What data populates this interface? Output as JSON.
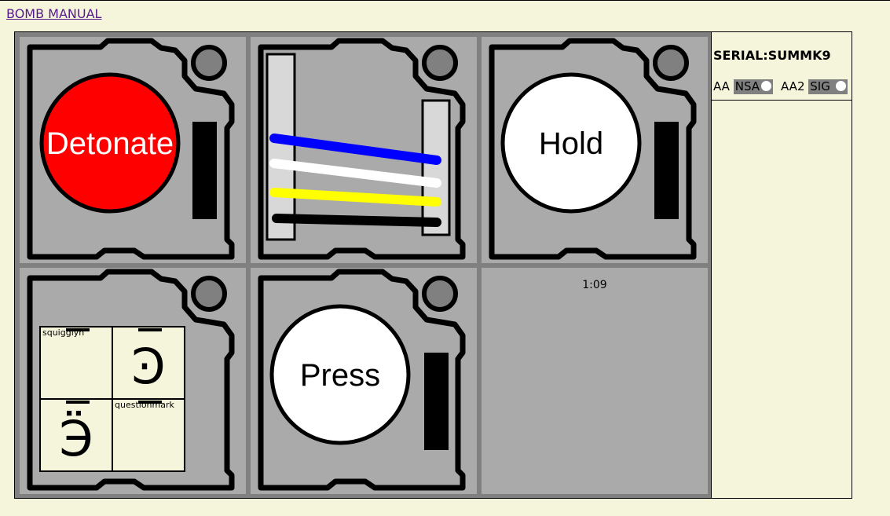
{
  "header": {
    "manual_link": "BOMB MANUAL"
  },
  "modules": {
    "button1": {
      "label": "Detonate",
      "color": "#ff0000",
      "text_color": "#ffffff"
    },
    "wires": {
      "colors": [
        "#0000ff",
        "#ffffff",
        "#ffff00",
        "#000000"
      ]
    },
    "button2": {
      "label": "Hold",
      "color": "#ffffff",
      "text_color": "#000000"
    },
    "keypad": {
      "keys": [
        {
          "label": "squigglyn",
          "glyph": ""
        },
        {
          "label": "",
          "glyph": "Ͽ"
        },
        {
          "label": "",
          "glyph": "Ӭ"
        },
        {
          "label": "questionmark",
          "glyph": ""
        }
      ]
    },
    "button3": {
      "label": "Press",
      "color": "#ffffff",
      "text_color": "#000000"
    },
    "timer": {
      "value": "1:09"
    }
  },
  "sidebar": {
    "serial": "SERIAL:SUMMK9",
    "indicators": [
      {
        "prefix": "AA",
        "label": "NSA",
        "lit": true
      },
      {
        "prefix": "AA2",
        "label": "SIG",
        "lit": true
      }
    ]
  }
}
